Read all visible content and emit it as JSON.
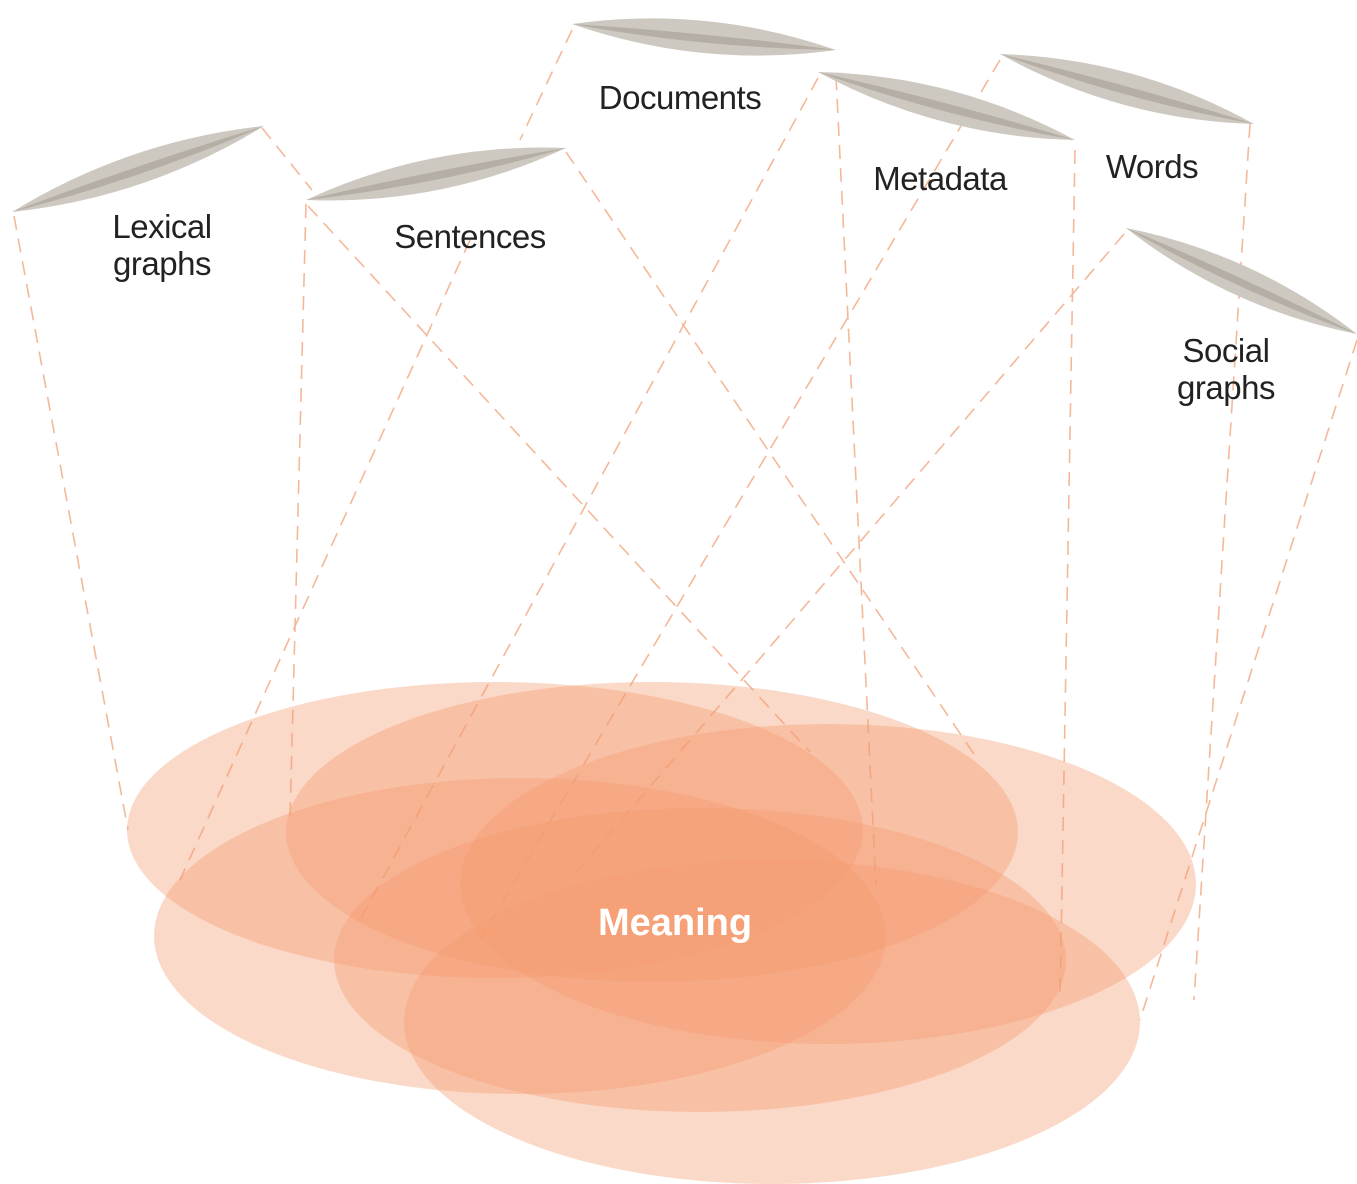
{
  "colors": {
    "projection_line": "#f4b899",
    "blob_fill": "#f59a6e",
    "lens_fill": "#cdc8c0",
    "lens_band": "#b5aea4",
    "label_text": "#222222",
    "center_text": "#ffffff"
  },
  "lenses": [
    {
      "id": "lexical-graphs",
      "label_lines": [
        "Lexical",
        "graphs"
      ]
    },
    {
      "id": "sentences",
      "label_lines": [
        "Sentences"
      ]
    },
    {
      "id": "documents",
      "label_lines": [
        "Documents"
      ]
    },
    {
      "id": "metadata",
      "label_lines": [
        "Metadata"
      ]
    },
    {
      "id": "words",
      "label_lines": [
        "Words"
      ]
    },
    {
      "id": "social-graphs",
      "label_lines": [
        "Social",
        "graphs"
      ]
    }
  ],
  "center_label": "Meaning"
}
